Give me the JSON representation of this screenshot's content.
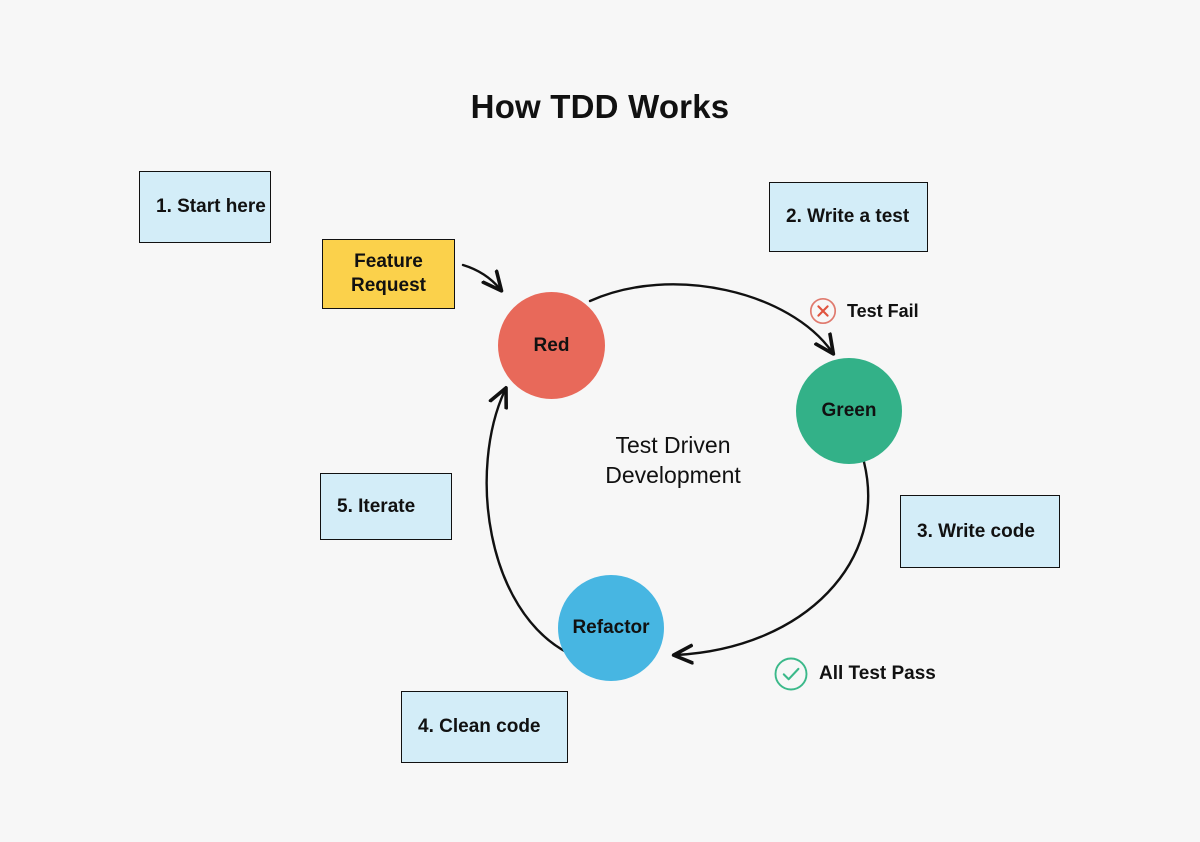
{
  "page": {
    "title": "How TDD Works",
    "background_color": "#f7f7f7"
  },
  "diagram": {
    "center_label_line1": "Test Driven",
    "center_label_line2": "Development",
    "feature_request": {
      "line1": "Feature",
      "line2": "Request",
      "color": "#fbd14b"
    },
    "nodes": [
      {
        "id": "red",
        "label": "Red",
        "color": "#e8695a"
      },
      {
        "id": "green",
        "label": "Green",
        "color": "#33b188"
      },
      {
        "id": "refactor",
        "label": "Refactor",
        "color": "#47b6e2"
      }
    ],
    "steps": [
      {
        "id": "start-here",
        "label": "1. Start here",
        "color": "#d3edf8"
      },
      {
        "id": "write-a-test",
        "label": "2. Write a test",
        "color": "#d3edf8"
      },
      {
        "id": "write-code",
        "label": "3. Write code",
        "color": "#d3edf8"
      },
      {
        "id": "clean-code",
        "label": "4. Clean code",
        "color": "#d3edf8"
      },
      {
        "id": "iterate",
        "label": "5. Iterate",
        "color": "#d3edf8"
      }
    ],
    "markers": [
      {
        "id": "test-fail",
        "label": "Test Fail",
        "icon": "circle-x-icon",
        "color": "#e07a6e"
      },
      {
        "id": "all-test-pass",
        "label": "All Test Pass",
        "icon": "circle-check-icon",
        "color": "#3bb98a"
      }
    ],
    "arrows": [
      {
        "id": "feature-to-red",
        "from": "Feature Request",
        "to": "Red"
      },
      {
        "id": "red-to-green",
        "from": "Red",
        "to": "Green"
      },
      {
        "id": "green-to-refactor",
        "from": "Green",
        "to": "Refactor"
      },
      {
        "id": "refactor-to-red",
        "from": "Refactor",
        "to": "Red"
      }
    ],
    "arrow_color": "#111111"
  }
}
